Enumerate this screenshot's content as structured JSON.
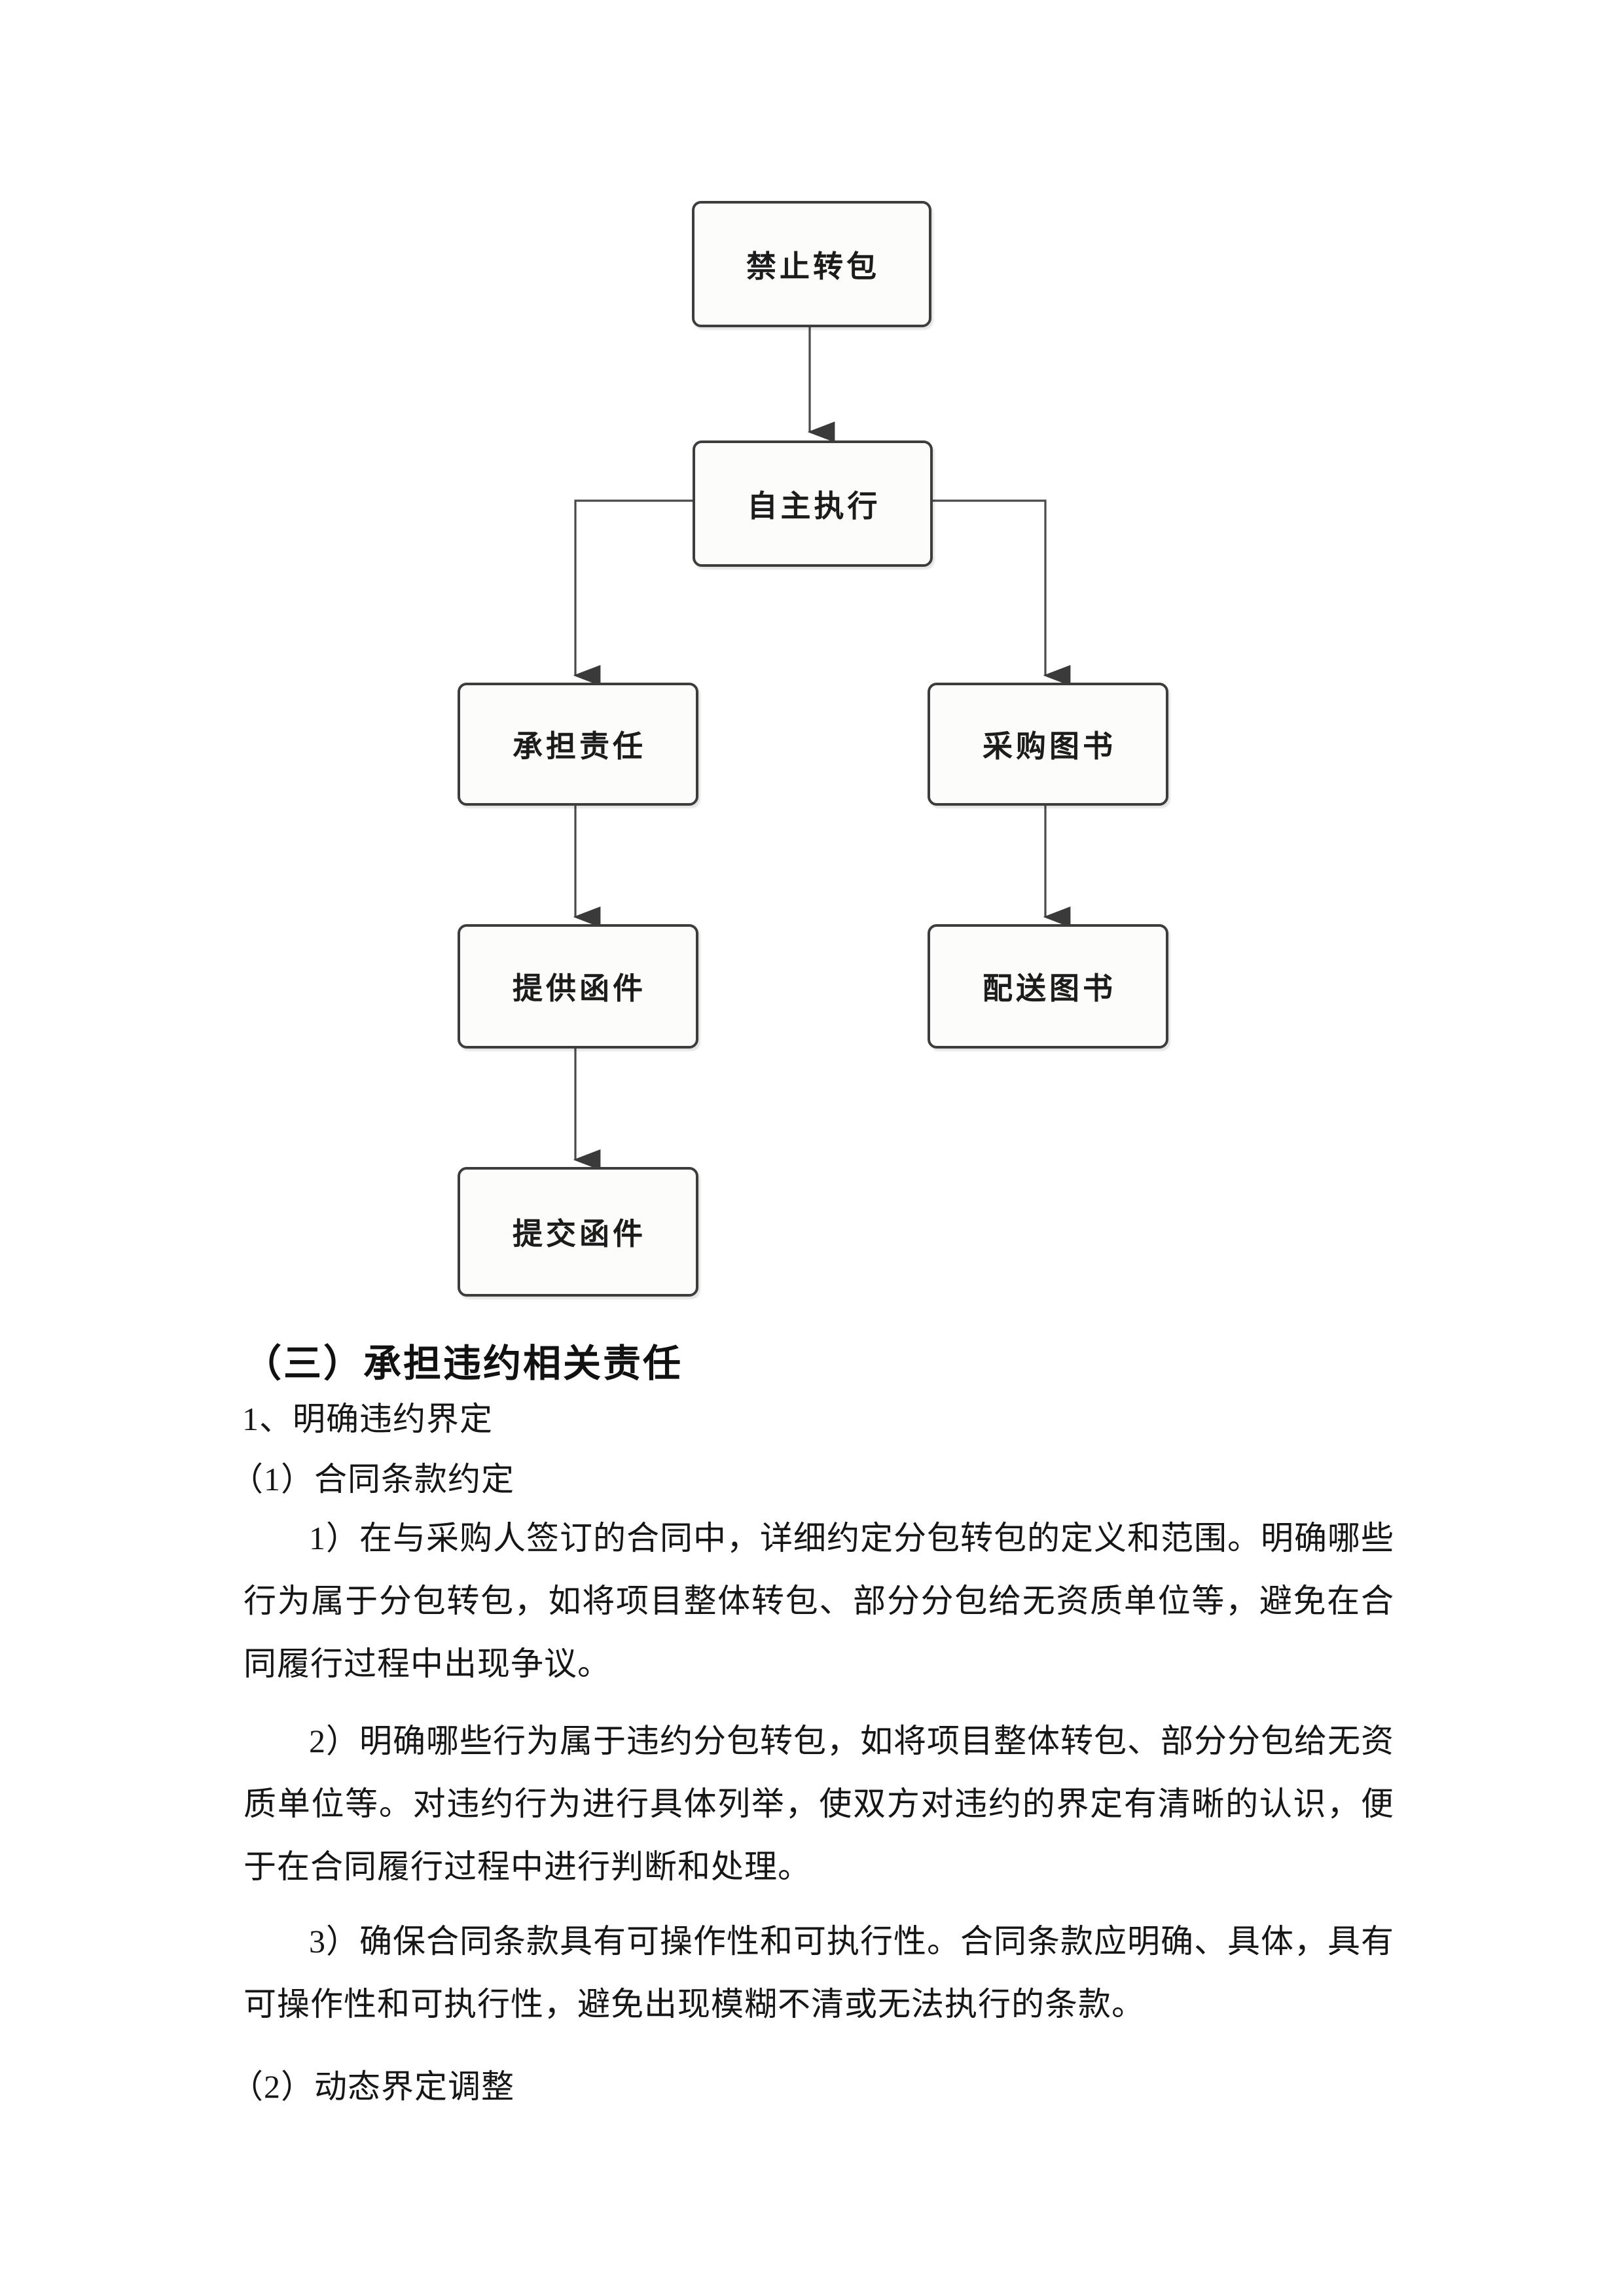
{
  "page": {
    "background": "#ffffff",
    "text_color": "#161616"
  },
  "flowchart": {
    "type": "flow-tree",
    "box_border_color": "#3d3d3d",
    "box_background": "#fcfcfa",
    "connector_color": "#4a4a4a",
    "nodes": [
      {
        "id": "prohibit-transfer",
        "label": "禁止转包"
      },
      {
        "id": "self-execute",
        "label": "自主执行"
      },
      {
        "id": "bear-responsibility",
        "label": "承担责任"
      },
      {
        "id": "purchase-books",
        "label": "采购图书"
      },
      {
        "id": "provide-letter",
        "label": "提供函件"
      },
      {
        "id": "deliver-books",
        "label": "配送图书"
      },
      {
        "id": "submit-letter",
        "label": "提交函件"
      }
    ],
    "edges": [
      {
        "from": "禁止转包",
        "to": "自主执行"
      },
      {
        "from": "自主执行",
        "to": "承担责任"
      },
      {
        "from": "自主执行",
        "to": "采购图书"
      },
      {
        "from": "承担责任",
        "to": "提供函件"
      },
      {
        "from": "采购图书",
        "to": "配送图书"
      },
      {
        "from": "提供函件",
        "to": "提交函件"
      }
    ]
  },
  "document": {
    "section_heading": "（三）承担违约相关责任",
    "items": [
      {
        "type": "numbered",
        "text": "1、明确违约界定"
      },
      {
        "type": "sub",
        "text": "（1）合同条款约定"
      },
      {
        "type": "para",
        "text": "1）在与采购人签订的合同中，详细约定分包转包的定义和范围。明确哪些行为属于分包转包，如将项目整体转包、部分分包给无资质单位等，避免在合同履行过程中出现争议。"
      },
      {
        "type": "para",
        "text": "2）明确哪些行为属于违约分包转包，如将项目整体转包、部分分包给无资质单位等。对违约行为进行具体列举，使双方对违约的界定有清晰的认识，便于在合同履行过程中进行判断和处理。"
      },
      {
        "type": "para",
        "text": "3）确保合同条款具有可操作性和可执行性。合同条款应明确、具体，具有可操作性和可执行性，避免出现模糊不清或无法执行的条款。"
      },
      {
        "type": "sub",
        "text": "（2）动态界定调整"
      }
    ]
  }
}
